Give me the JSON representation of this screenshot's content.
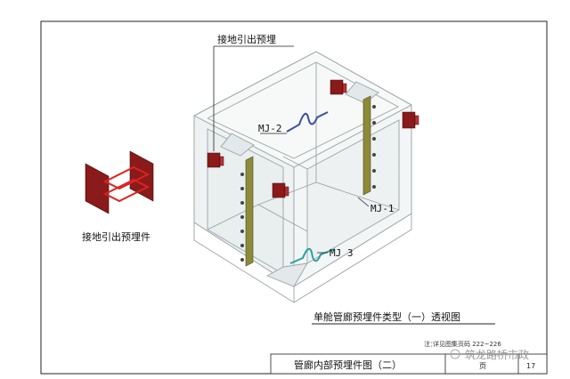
{
  "labels": {
    "ground_top": "接地引出预埋",
    "ground_side": "接地引出预埋件",
    "mj2": "MJ-2",
    "mj1": "MJ-1",
    "mj3": "MJ 3",
    "view_title": "单舱管廊预埋件类型（一）透视图",
    "note": "注：",
    "note_ref": "详见图集页码 222~226"
  },
  "title_block": {
    "drawing_name": "管廊内部预埋件图（二）",
    "page_label": "页",
    "page_number": "17"
  },
  "watermark": "筑龙路桥市政",
  "colors": {
    "frame": "#222222",
    "wall": "#c9d2d4",
    "plate": "#8b1a1a",
    "rail": "#8d8a3a",
    "mj2": "#3d4ea0",
    "mj3": "#2aa0a0"
  }
}
